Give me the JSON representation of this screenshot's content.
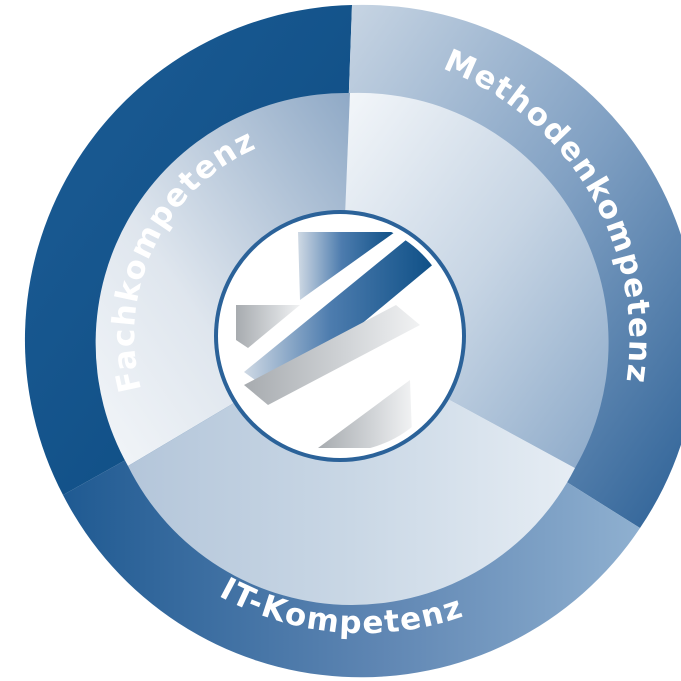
{
  "segments": [
    {
      "label": "Fachkompetenz"
    },
    {
      "label": "Methodenkompetenz"
    },
    {
      "label": "IT-Kompetenz"
    }
  ],
  "colors": {
    "dark_blue": "#0d4f86",
    "mid_blue": "#2e6aa3",
    "light_blue": "#8aa9c9",
    "pale_blue": "#dbe5ef",
    "center_white": "#ffffff",
    "grey": "#b9bdc1"
  },
  "icons": [
    "central-emblem-icon"
  ]
}
